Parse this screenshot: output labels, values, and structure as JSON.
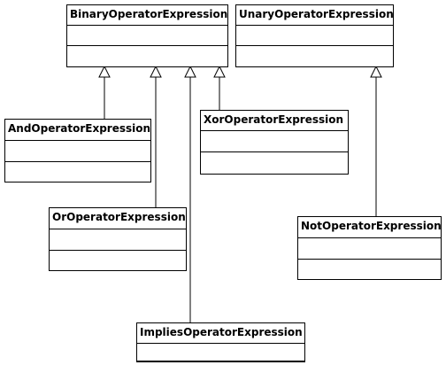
{
  "diagram": {
    "type": "uml-class-diagram",
    "colors": {
      "line": "#000000",
      "box_fill": "#ffffff",
      "background": "#ffffff"
    },
    "classes": [
      {
        "id": "binary",
        "name": "BinaryOperatorExpression",
        "abstract": false
      },
      {
        "id": "unary",
        "name": "UnaryOperatorExpression",
        "abstract": false
      },
      {
        "id": "and",
        "name": "AndOperatorExpression",
        "abstract": false
      },
      {
        "id": "xor",
        "name": "XorOperatorExpression",
        "abstract": false
      },
      {
        "id": "or",
        "name": "OrOperatorExpression",
        "abstract": false
      },
      {
        "id": "not",
        "name": "NotOperatorExpression",
        "abstract": false
      },
      {
        "id": "implies",
        "name": "ImpliesOperatorExpression",
        "abstract": false
      }
    ],
    "relations": [
      {
        "type": "generalization",
        "from": "and",
        "to": "binary"
      },
      {
        "type": "generalization",
        "from": "or",
        "to": "binary"
      },
      {
        "type": "generalization",
        "from": "implies",
        "to": "binary"
      },
      {
        "type": "generalization",
        "from": "xor",
        "to": "binary"
      },
      {
        "type": "generalization",
        "from": "not",
        "to": "unary"
      }
    ]
  }
}
